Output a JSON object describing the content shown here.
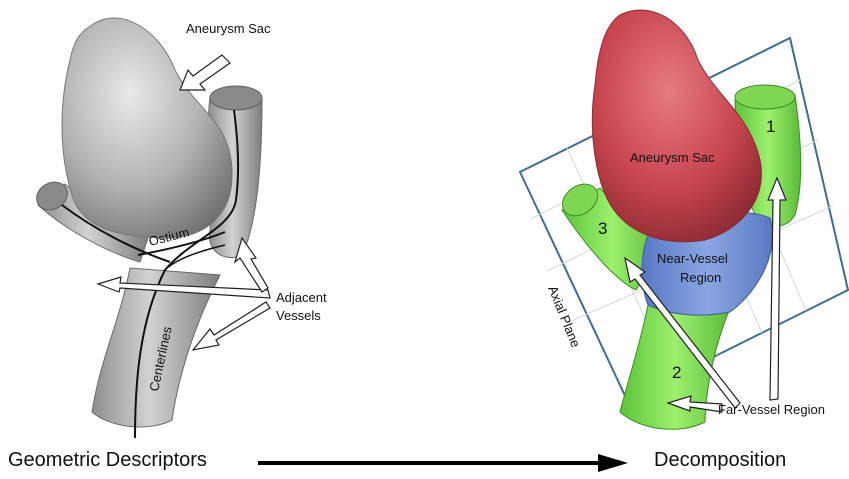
{
  "left_panel": {
    "aneurysm_sac_label": "Aneurysm Sac",
    "ostium_label": "Ostium",
    "adjacent_label_line1": "Adjacent",
    "adjacent_label_line2": "Vessels",
    "centerlines_label": "Centerlines",
    "caption": "Geometric Descriptors"
  },
  "right_panel": {
    "aneurysm_sac_label": "Aneurysm Sac",
    "near_vessel_line1": "Near-Vessel",
    "near_vessel_line2": "Region",
    "axial_plane_label": "Axial Plane",
    "far_vessel_label": "Far-Vessel Region",
    "vessel_numbers": [
      "1",
      "2",
      "3"
    ],
    "caption": "Decomposition"
  },
  "colors": {
    "sac_red": "#c8454f",
    "near_vessel_blue": "#6f8fd6",
    "far_vessel_green": "#86e05a",
    "model_gray": "#a8a8a8",
    "plane_blue": "#3d6c94"
  },
  "icons": [
    "arrow-icon",
    "flow-arrow-icon"
  ]
}
